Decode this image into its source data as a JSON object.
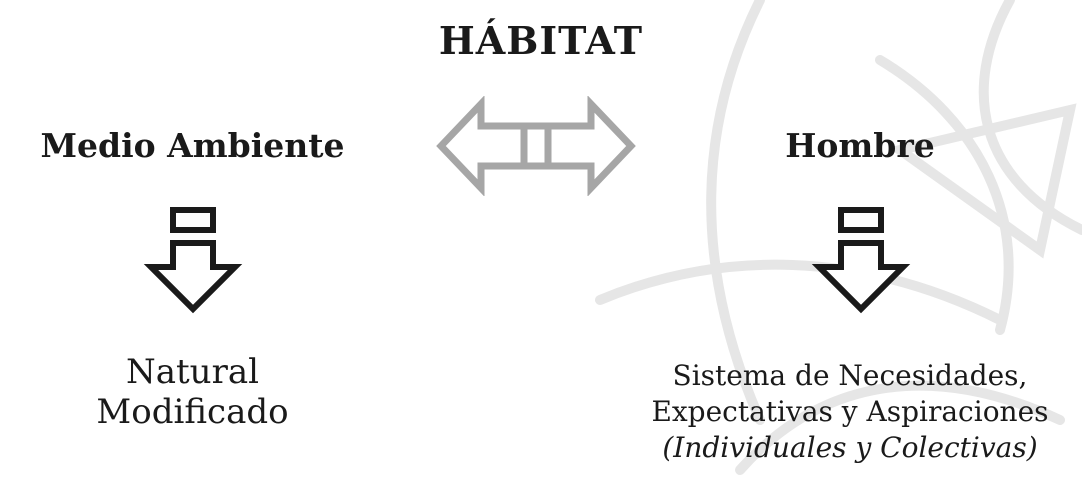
{
  "title": "HÁBITAT",
  "left": {
    "heading": "Medio Ambiente",
    "items": [
      "Natural",
      "Modificado"
    ]
  },
  "right": {
    "heading": "Hombre",
    "lines": [
      "Sistema de Necesidades,",
      "Expectativas y Aspiraciones",
      "(Individuales y Colectivas)"
    ]
  },
  "colors": {
    "text": "#1a1a1a",
    "double_arrow": "#a6a6a6",
    "watermark": "#d9d9d9"
  },
  "icons": {
    "center": "double-headed-arrow-icon",
    "down": "down-arrow-icon"
  }
}
